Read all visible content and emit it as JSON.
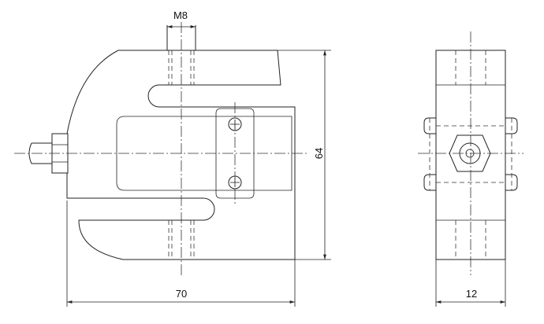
{
  "drawing": {
    "thread_label": "M8",
    "height_label": "64",
    "width_label": "70",
    "depth_label": "12"
  }
}
